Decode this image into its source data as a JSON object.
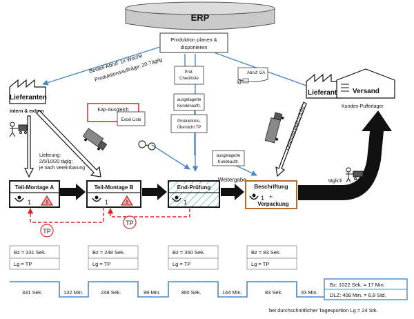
{
  "erp": {
    "title": "ERP",
    "box_line1": "Produktion planen  &",
    "box_line2": "disponieren"
  },
  "flows": {
    "bestell_abruf": "Bestell-Abruf: 1x Woche",
    "produktionsauftraege": "Produktionsaufträge: 20 Täglig",
    "abruf_ga": "Abruf: GA",
    "lieferung_line1": "Lieferung:",
    "lieferung_line2": "2/5/10/20 täglg;",
    "lieferung_line3": "je nach Vereinbarung",
    "lieferung_taeglich": "Lieferung täglich 8:00",
    "weitergabe": "Weitergabe",
    "taeglich": "täglich"
  },
  "docs": {
    "pruef_line1": "Prüf-",
    "pruef_line2": "Checkliste",
    "ausgelagerte1_line1": "ausgelagerte",
    "ausgelagerte1_line2": "Kundenauftr.",
    "produktions_line1": "Produktions-",
    "produktions_line2": "Übersicht TP",
    "ausgelagerte2_line1": "ausgelagerte",
    "ausgelagerte2_line2": "Kundeauftr.",
    "kap_ausgleich": "Kap-Ausgleich",
    "excel_liste": "Excel Liste"
  },
  "entities": {
    "lieferanten": "Lieferanten",
    "intern_extern": "intern & extern",
    "lieferant_ga": "Lieferant GA",
    "versand": "Versand",
    "kunden_pufferlager": "Kunden-Pufferlager"
  },
  "processes": [
    {
      "name": "Teil-Montage A",
      "operators": "1",
      "bz": "Bz = 331 Sek.",
      "lg": "Lg = TP"
    },
    {
      "name": "Teil-Montage B",
      "operators": "1",
      "bz": "Bz = 248 Sek.",
      "lg": "Lg = TP"
    },
    {
      "name": "End-Prüfung",
      "operators": "1",
      "bz": "Bz = 360 Sek.",
      "lg": "Lg = TP"
    },
    {
      "name": "Beschriftung",
      "name2": "Verpackung",
      "operators": "1",
      "plus": "+",
      "bz": "Bz = 83 Sek.",
      "lg": "Lg = TP"
    }
  ],
  "tp_label": "TP",
  "timeline": {
    "process_times": [
      "331 Sek.",
      "248 Sek.",
      "360 Sek.",
      "83 Sek."
    ],
    "wait_times": [
      "132 Min.",
      "99 Min.",
      "144 Min.",
      "33 Min."
    ],
    "summary_bz": "Bz:   1022 Sek. = 17 Min.",
    "summary_dlz": "DLZ: 408 Min. = 6,8 Std.",
    "footnote": "bei durchschnittlicher Tagesportion Lg = 24 Stk."
  },
  "colors": {
    "blue_arrow": "#4a86c8",
    "red": "#e02020",
    "process_border": "#1a1a1a",
    "beschriftung_border": "#b86a2a",
    "timeline": "#4a86c8",
    "hatch": "#2aa0a8"
  }
}
